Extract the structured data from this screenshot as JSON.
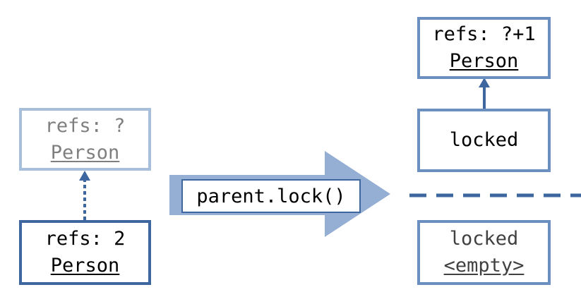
{
  "left_ghost_box": {
    "refs": "refs: ?",
    "type": "Person"
  },
  "left_owner_box": {
    "refs": "refs: 2",
    "type": "Person"
  },
  "operation": {
    "call": "parent.lock()"
  },
  "right_top_box": {
    "refs": "refs: ?+1",
    "type": "Person"
  },
  "right_locked_box": {
    "text": "locked"
  },
  "right_bottom_box": {
    "state": "locked",
    "value": "<empty>"
  },
  "colors": {
    "strong_border": "#3d679e",
    "ghost_border": "#a7bfdb",
    "mid_border": "#6b8fbf",
    "arrow_fill": "#94afd3",
    "dashed_line": "#3d679e"
  }
}
